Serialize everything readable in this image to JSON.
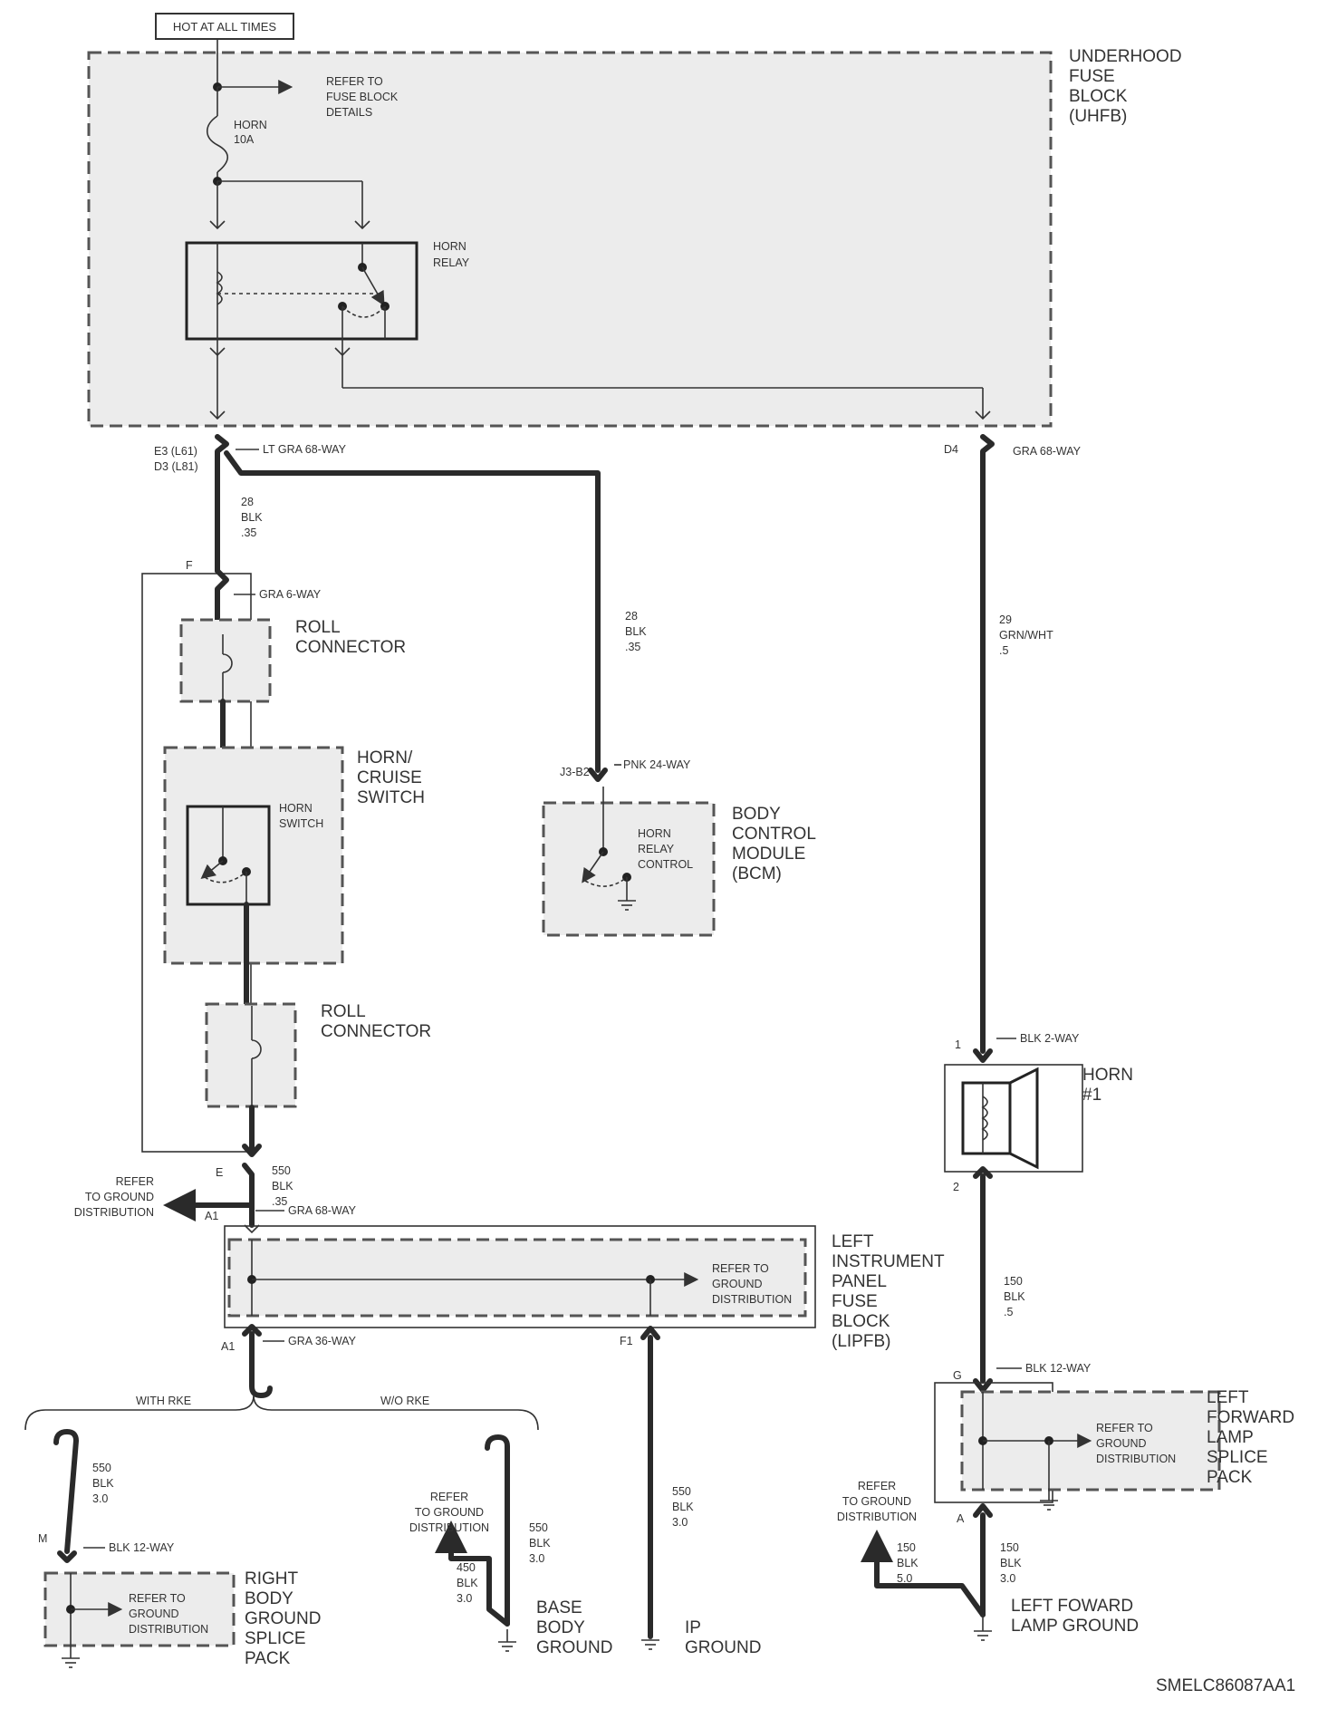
{
  "source_note": "HOT AT ALL TIMES",
  "diagram_id": "SMELC86087AA1",
  "uhfb": {
    "title": [
      "UNDERHOOD",
      "FUSE",
      "BLOCK",
      "(UHFB)"
    ],
    "refer": [
      "REFER TO",
      "FUSE BLOCK",
      "DETAILS"
    ],
    "fuse": [
      "HORN",
      "10A"
    ],
    "relay": [
      "HORN",
      "RELAY"
    ]
  },
  "left_conn_top": {
    "pins": [
      "E3 (L61)",
      "D3 (L81)"
    ],
    "connector": "LT GRA 68-WAY"
  },
  "right_conn_top": {
    "pin": "D4",
    "connector": "GRA 68-WAY"
  },
  "wires": {
    "w28_left": [
      "28",
      "BLK",
      ".35"
    ],
    "w28_mid": [
      "28",
      "BLK",
      ".35"
    ],
    "w29": [
      "29",
      "GRN/WHT",
      ".5"
    ],
    "w550_top": [
      "550",
      "BLK",
      ".35"
    ],
    "w150": [
      "150",
      "BLK",
      ".5"
    ],
    "w550_rke": [
      "550",
      "BLK",
      "3.0"
    ],
    "w550_base": [
      "550",
      "BLK",
      "3.0"
    ],
    "w450": [
      "450",
      "BLK",
      "3.0"
    ],
    "w550_ip": [
      "550",
      "BLK",
      "3.0"
    ],
    "w150_a": [
      "150",
      "BLK",
      "5.0"
    ],
    "w150_b": [
      "150",
      "BLK",
      "3.0"
    ]
  },
  "steering": {
    "pin_f": "F",
    "connector_f": "GRA 6-WAY",
    "roll1": [
      "ROLL",
      "CONNECTOR"
    ],
    "switch_title": [
      "HORN/",
      "CRUISE",
      "SWITCH"
    ],
    "switch_inner": [
      "HORN",
      "SWITCH"
    ],
    "roll2": [
      "ROLL",
      "CONNECTOR"
    ],
    "pin_e": "E"
  },
  "bcm": {
    "pin": "J3-B2",
    "connector": "PNK 24-WAY",
    "title": [
      "BODY",
      "CONTROL",
      "MODULE",
      "(BCM)"
    ],
    "inner": [
      "HORN",
      "RELAY",
      "CONTROL"
    ]
  },
  "horn": {
    "pin1": "1",
    "connector": "BLK 2-WAY",
    "title": [
      "HORN",
      "#1"
    ],
    "pin2": "2"
  },
  "lipfb": {
    "pin_a1_top": "A1",
    "connector_top": "GRA 68-WAY",
    "refer_left": [
      "REFER",
      "TO GROUND",
      "DISTRIBUTION"
    ],
    "refer_inner": [
      "REFER TO",
      "GROUND",
      "DISTRIBUTION"
    ],
    "title": [
      "LEFT",
      "INSTRUMENT",
      "PANEL",
      "FUSE",
      "BLOCK",
      "(LIPFB)"
    ],
    "pin_a1_bottom": "A1",
    "connector_bottom": "GRA 36-WAY",
    "pin_f1": "F1"
  },
  "options": {
    "with_rke": "WITH RKE",
    "wo_rke": "W/O RKE"
  },
  "rbgsp": {
    "pin": "M",
    "connector": "BLK 12-WAY",
    "refer": [
      "REFER TO",
      "GROUND",
      "DISTRIBUTION"
    ],
    "title": [
      "RIGHT",
      "BODY",
      "GROUND",
      "SPLICE",
      "PACK"
    ]
  },
  "base_ground": {
    "refer": [
      "REFER",
      "TO GROUND",
      "DISTRIBUTION"
    ],
    "title": [
      "BASE",
      "BODY",
      "GROUND"
    ]
  },
  "ip_ground": {
    "title": [
      "IP",
      "GROUND"
    ]
  },
  "lflsp": {
    "pin_g": "G",
    "connector": "BLK 12-WAY",
    "refer": [
      "REFER TO",
      "GROUND",
      "DISTRIBUTION"
    ],
    "title": [
      "LEFT",
      "FORWARD",
      "LAMP",
      "SPLICE",
      "PACK"
    ],
    "pin_a": "A",
    "refer_out": [
      "REFER",
      "TO GROUND",
      "DISTRIBUTION"
    ]
  },
  "lf_lamp_ground": {
    "title": [
      "LEFT FOWARD",
      "LAMP GROUND"
    ]
  }
}
